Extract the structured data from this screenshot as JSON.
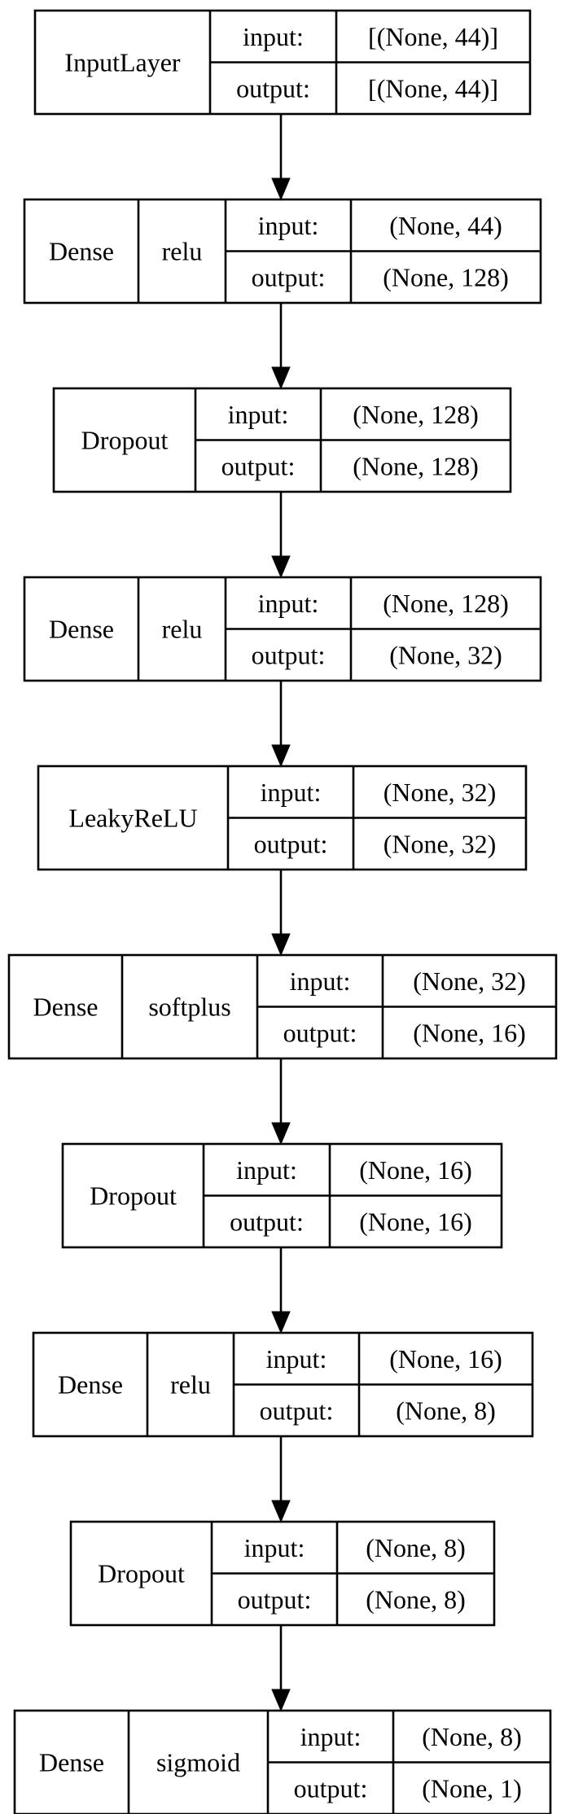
{
  "diagram": {
    "in_label": "input:",
    "out_label": "output:",
    "layers": [
      {
        "name": "InputLayer",
        "activation": "",
        "input": "[(None, 44)]",
        "output": "[(None, 44)]"
      },
      {
        "name": "Dense",
        "activation": "relu",
        "input": "(None, 44)",
        "output": "(None, 128)"
      },
      {
        "name": "Dropout",
        "activation": "",
        "input": "(None, 128)",
        "output": "(None, 128)"
      },
      {
        "name": "Dense",
        "activation": "relu",
        "input": "(None, 128)",
        "output": "(None, 32)"
      },
      {
        "name": "LeakyReLU",
        "activation": "",
        "input": "(None, 32)",
        "output": "(None, 32)"
      },
      {
        "name": "Dense",
        "activation": "softplus",
        "input": "(None, 32)",
        "output": "(None, 16)"
      },
      {
        "name": "Dropout",
        "activation": "",
        "input": "(None, 16)",
        "output": "(None, 16)"
      },
      {
        "name": "Dense",
        "activation": "relu",
        "input": "(None, 16)",
        "output": "(None, 8)"
      },
      {
        "name": "Dropout",
        "activation": "",
        "input": "(None, 8)",
        "output": "(None, 8)"
      },
      {
        "name": "Dense",
        "activation": "sigmoid",
        "input": "(None, 8)",
        "output": "(None, 1)"
      }
    ],
    "edges": [
      [
        0,
        1
      ],
      [
        1,
        2
      ],
      [
        2,
        3
      ],
      [
        3,
        4
      ],
      [
        4,
        5
      ],
      [
        5,
        6
      ],
      [
        6,
        7
      ],
      [
        7,
        8
      ],
      [
        8,
        9
      ]
    ],
    "colors": {
      "stroke": "#000000",
      "background": "#ffffff"
    }
  }
}
